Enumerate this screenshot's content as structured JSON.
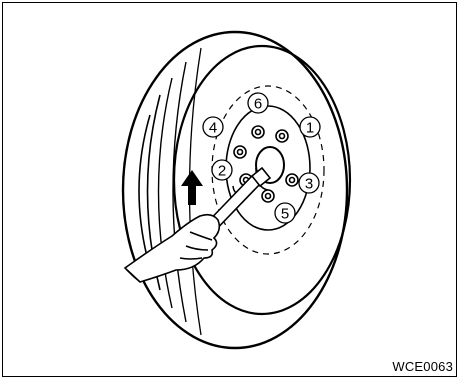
{
  "figure": {
    "code": "WCE0063",
    "lug_nut_order": [
      "1",
      "2",
      "3",
      "4",
      "5",
      "6"
    ]
  }
}
